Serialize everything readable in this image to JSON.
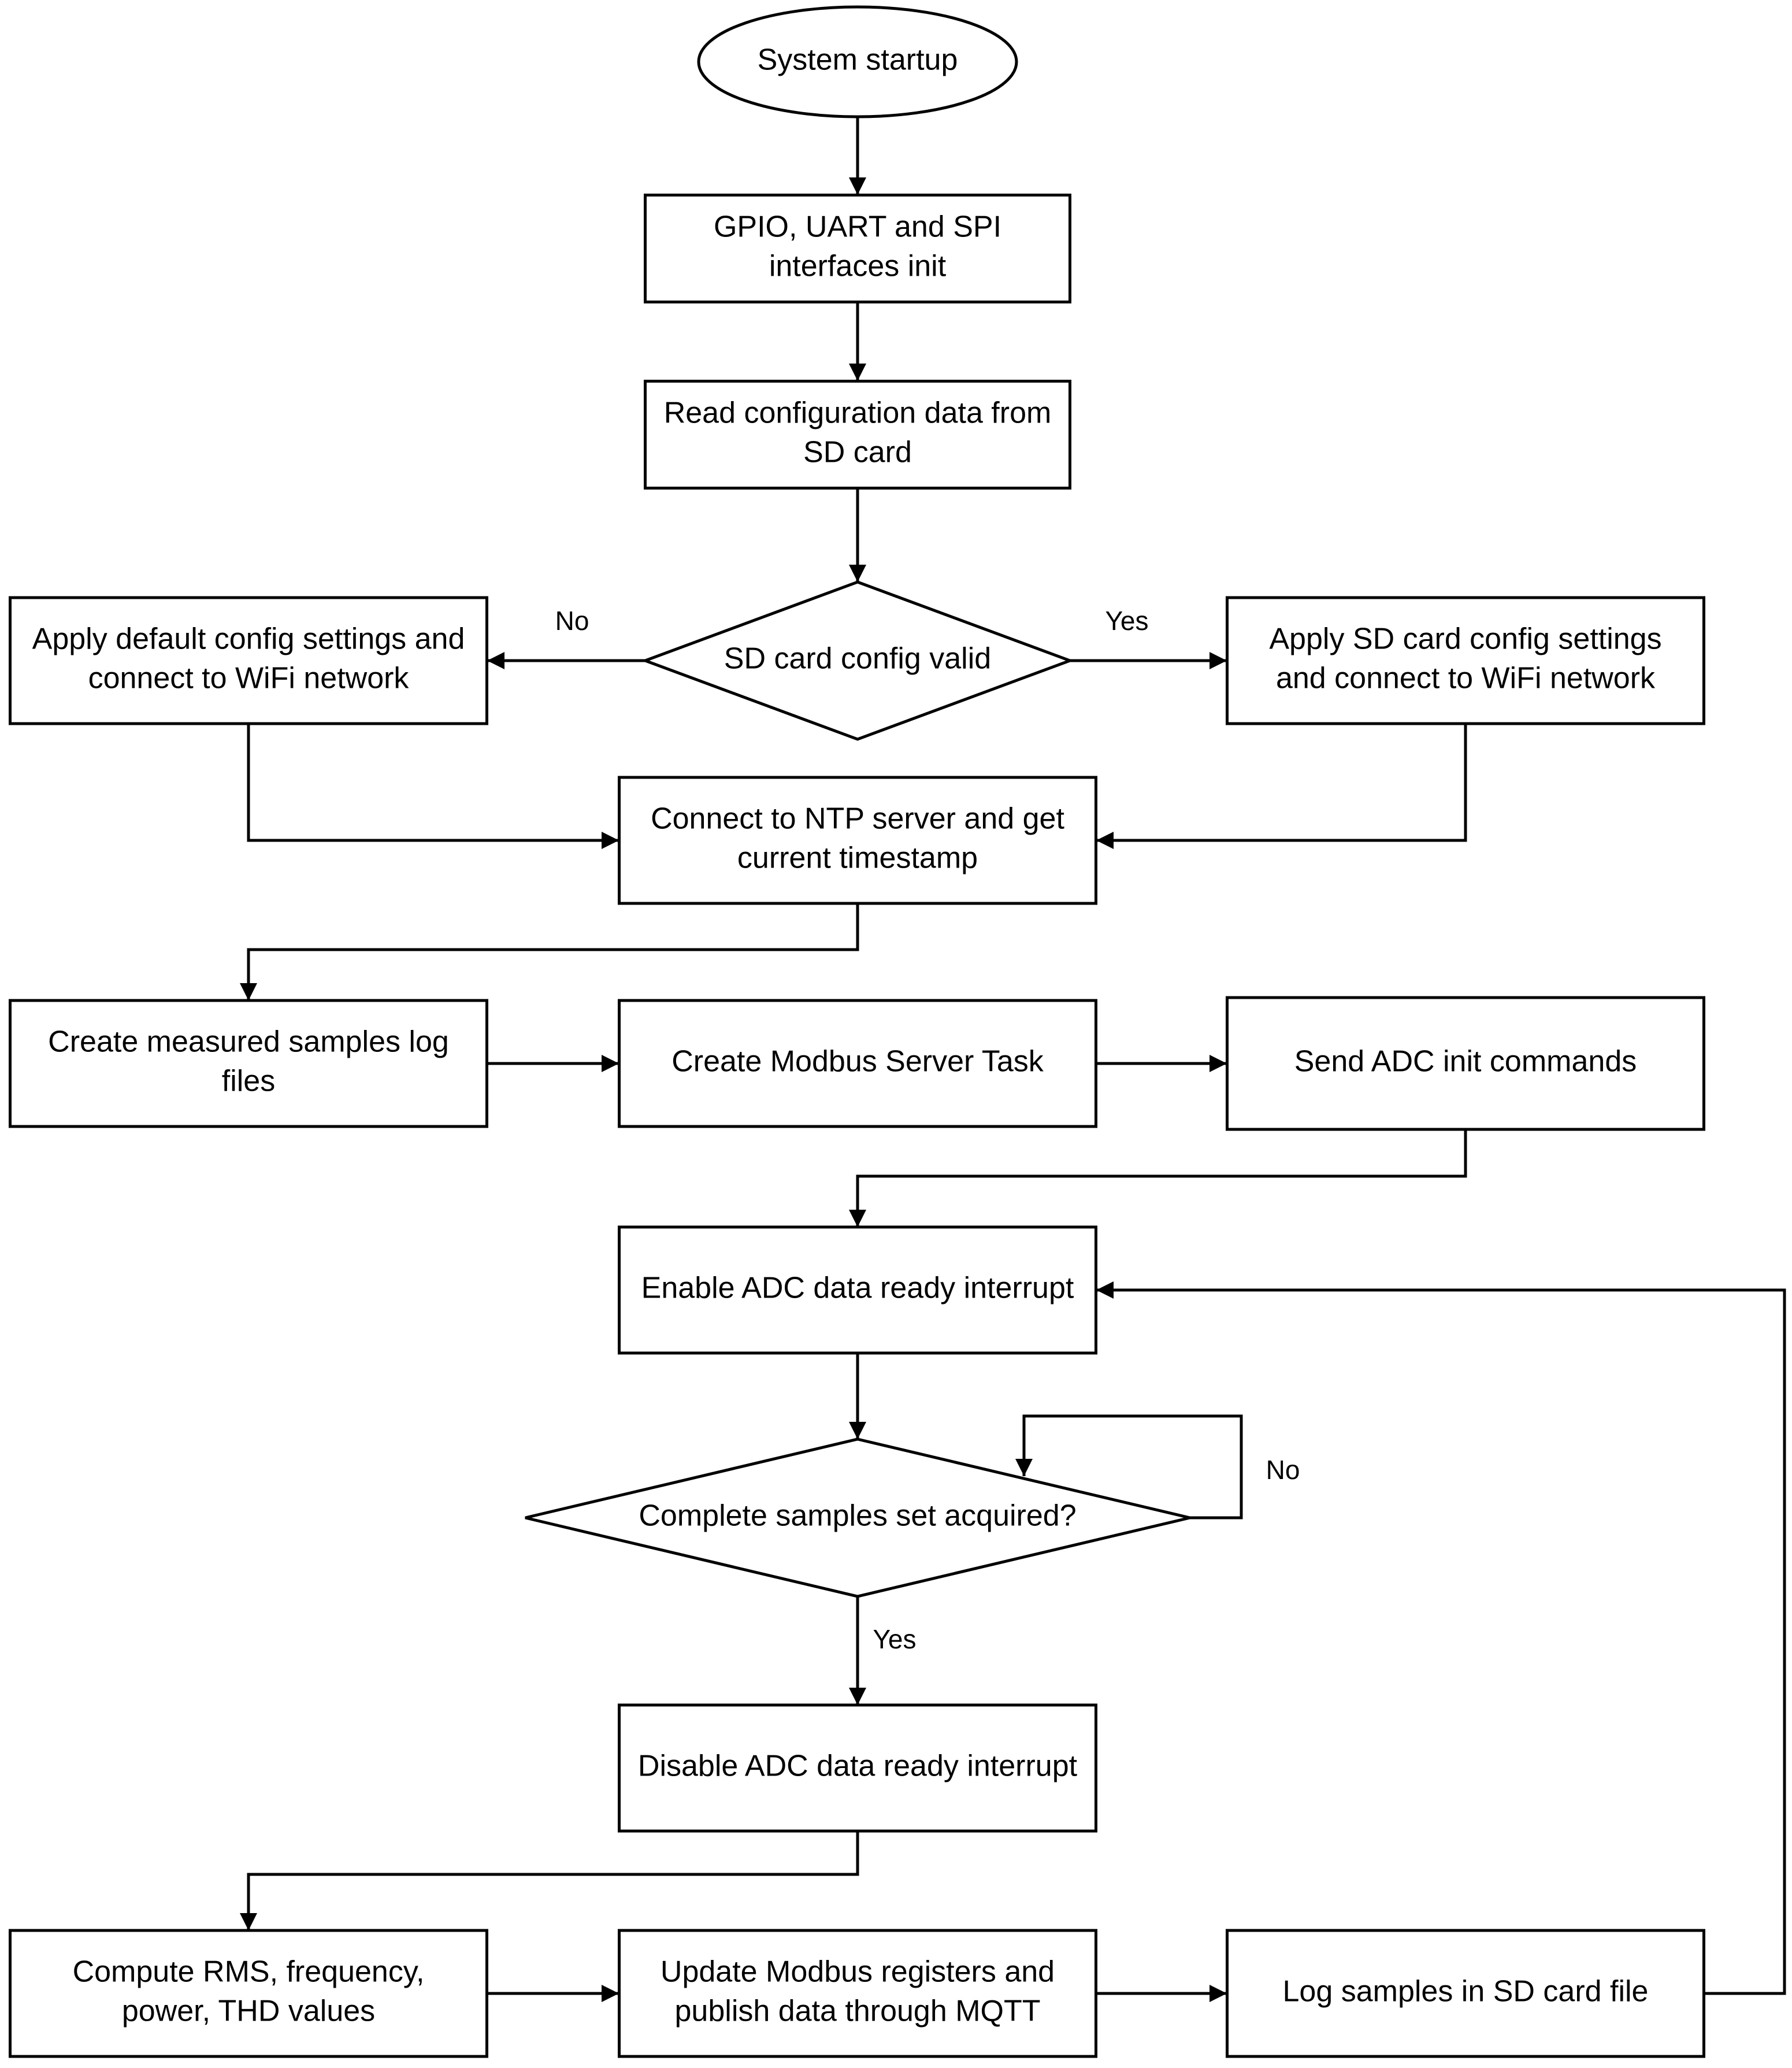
{
  "diagram": {
    "type": "flowchart",
    "nodes": [
      {
        "id": "start",
        "shape": "ellipse",
        "lines": [
          "System startup"
        ]
      },
      {
        "id": "init",
        "shape": "process",
        "lines": [
          "GPIO, UART and SPI",
          "interfaces init"
        ]
      },
      {
        "id": "readcfg",
        "shape": "process",
        "lines": [
          "Read configuration data from",
          "SD card"
        ]
      },
      {
        "id": "valid",
        "shape": "decision",
        "lines": [
          "SD card config valid"
        ]
      },
      {
        "id": "default",
        "shape": "process",
        "lines": [
          "Apply default config settings and",
          "connect to WiFi network"
        ]
      },
      {
        "id": "sdcfg",
        "shape": "process",
        "lines": [
          "Apply SD card config settings",
          "and connect to WiFi network"
        ]
      },
      {
        "id": "ntp",
        "shape": "process",
        "lines": [
          "Connect to NTP server and get",
          "current timestamp"
        ]
      },
      {
        "id": "logfiles",
        "shape": "process",
        "lines": [
          "Create measured samples log",
          "files"
        ]
      },
      {
        "id": "modbus",
        "shape": "process",
        "lines": [
          "Create Modbus Server Task"
        ]
      },
      {
        "id": "adcinit",
        "shape": "process",
        "lines": [
          "Send ADC init commands"
        ]
      },
      {
        "id": "enable",
        "shape": "process",
        "lines": [
          "Enable ADC data ready interrupt"
        ]
      },
      {
        "id": "complete",
        "shape": "decision",
        "lines": [
          "Complete samples set acquired?"
        ]
      },
      {
        "id": "disable",
        "shape": "process",
        "lines": [
          "Disable ADC data ready interrupt"
        ]
      },
      {
        "id": "compute",
        "shape": "process",
        "lines": [
          "Compute RMS, frequency,",
          "power, THD values"
        ]
      },
      {
        "id": "update",
        "shape": "process",
        "lines": [
          "Update Modbus registers and",
          "publish data through MQTT"
        ]
      },
      {
        "id": "logsd",
        "shape": "process",
        "lines": [
          "Log samples in SD card file"
        ]
      }
    ],
    "edges": [
      {
        "from": "start",
        "to": "init",
        "label": ""
      },
      {
        "from": "init",
        "to": "readcfg",
        "label": ""
      },
      {
        "from": "readcfg",
        "to": "valid",
        "label": ""
      },
      {
        "from": "valid",
        "to": "default",
        "label": "No"
      },
      {
        "from": "valid",
        "to": "sdcfg",
        "label": "Yes"
      },
      {
        "from": "default",
        "to": "ntp",
        "label": ""
      },
      {
        "from": "sdcfg",
        "to": "ntp",
        "label": ""
      },
      {
        "from": "ntp",
        "to": "logfiles",
        "label": ""
      },
      {
        "from": "logfiles",
        "to": "modbus",
        "label": ""
      },
      {
        "from": "modbus",
        "to": "adcinit",
        "label": ""
      },
      {
        "from": "adcinit",
        "to": "enable",
        "label": ""
      },
      {
        "from": "enable",
        "to": "complete",
        "label": ""
      },
      {
        "from": "complete",
        "to": "complete",
        "label": "No"
      },
      {
        "from": "complete",
        "to": "disable",
        "label": "Yes"
      },
      {
        "from": "disable",
        "to": "compute",
        "label": ""
      },
      {
        "from": "compute",
        "to": "update",
        "label": ""
      },
      {
        "from": "update",
        "to": "logsd",
        "label": ""
      },
      {
        "from": "logsd",
        "to": "enable",
        "label": ""
      }
    ]
  }
}
